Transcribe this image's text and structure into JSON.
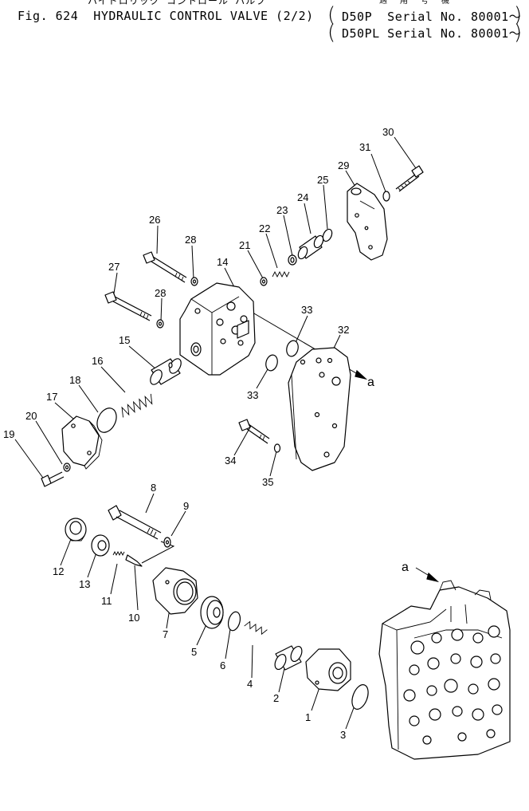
{
  "header": {
    "japanese_title": "ハイドロリック コントロール バルブ",
    "fig_title": "Fig. 624  HYDRAULIC CONTROL VALVE (2/2)",
    "applicable_label": "適 用 号 機",
    "serial_lines": [
      "D50P  Serial No. 80001～",
      "D50PL Serial No. 80001～"
    ]
  },
  "callouts": {
    "n1": "1",
    "n2": "2",
    "n3": "3",
    "n4": "4",
    "n5": "5",
    "n6": "6",
    "n7": "7",
    "n8": "8",
    "n9": "9",
    "n10": "10",
    "n11": "11",
    "n12": "12",
    "n13": "13",
    "n14": "14",
    "n15": "15",
    "n16": "16",
    "n17": "17",
    "n18": "18",
    "n19": "19",
    "n20": "20",
    "n21": "21",
    "n22": "22",
    "n23": "23",
    "n24": "24",
    "n25": "25",
    "n26": "26",
    "n27": "27",
    "n28a": "28",
    "n28b": "28",
    "n29": "29",
    "n30": "30",
    "n31": "31",
    "n32": "32",
    "n33a": "33",
    "n33b": "33",
    "n34": "34",
    "n35": "35",
    "a1": "a",
    "a2": "a"
  }
}
